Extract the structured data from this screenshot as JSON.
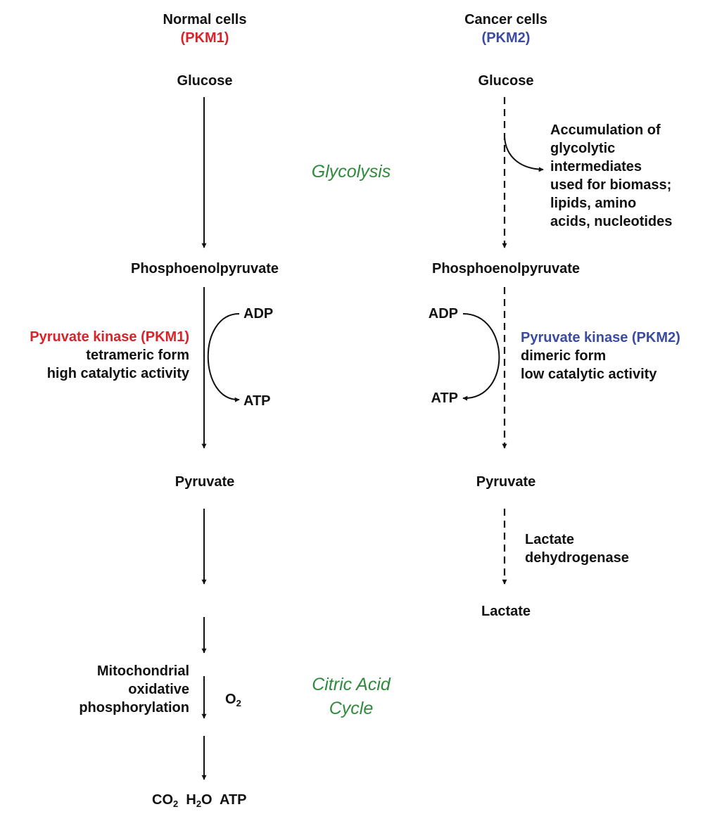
{
  "columns": {
    "normal": {
      "title": "Normal cells",
      "isoform": "(PKM1)"
    },
    "cancer": {
      "title": "Cancer cells",
      "isoform": "(PKM2)"
    }
  },
  "stages": {
    "glycolysis": "Glycolysis",
    "citric_acid_cycle": [
      "Citric Acid",
      "Cycle"
    ]
  },
  "normal": {
    "glucose": "Glucose",
    "pep": "Phosphoenolpyruvate",
    "enzyme": [
      "Pyruvate kinase (PKM1)",
      "tetrameric form",
      "high catalytic activity"
    ],
    "adp": "ADP",
    "atp": "ATP",
    "pyruvate": "Pyruvate",
    "mito": [
      "Mitochondrial",
      "oxidative",
      "phosphorylation"
    ],
    "oxygen": {
      "base": "O",
      "sub": "2"
    },
    "products": {
      "co2": {
        "base": "CO",
        "sub": "2"
      },
      "h2o": {
        "pre": "H",
        "sub": "2",
        "post": "O"
      },
      "atp": "ATP"
    }
  },
  "cancer": {
    "glucose": "Glucose",
    "branch": [
      "Accumulation of",
      "glycolytic",
      "intermediates",
      "used for biomass;",
      "lipids, amino",
      "acids, nucleotides"
    ],
    "pep": "Phosphoenolpyruvate",
    "enzyme": [
      "Pyruvate kinase (PKM2)",
      "dimeric form",
      "low catalytic activity"
    ],
    "adp": "ADP",
    "atp": "ATP",
    "pyruvate": "Pyruvate",
    "ldh": [
      "Lactate",
      "dehydrogenase"
    ],
    "lactate": "Lactate"
  },
  "colors": {
    "pkm1": "#d8232a",
    "pkm2": "#3a4ba0",
    "stage": "#2e8a3c",
    "arrow": "#111111"
  }
}
